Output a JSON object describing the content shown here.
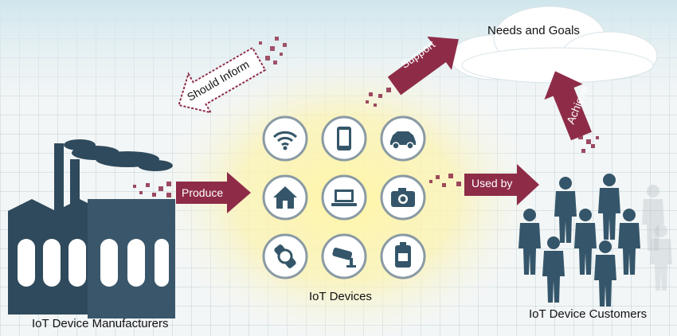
{
  "labels": {
    "manufacturers": "IoT Device Manufacturers",
    "devices": "IoT Devices",
    "customers": "IoT Device Customers",
    "needs": "Needs and Goals"
  },
  "arrows": {
    "produce": "Produce",
    "used_by": "Used by",
    "support": "Support",
    "achieve": "Achieve",
    "should_inform": "Should Inform"
  },
  "device_icons": [
    "wifi-icon",
    "smartphone-icon",
    "car-icon",
    "home-icon",
    "laptop-icon",
    "camera-icon",
    "smartwatch-icon",
    "security-camera-icon",
    "card-reader-icon"
  ],
  "colors": {
    "arrow": "#8e2c48",
    "icon": "#35566a",
    "glow": "#fff3a0"
  }
}
